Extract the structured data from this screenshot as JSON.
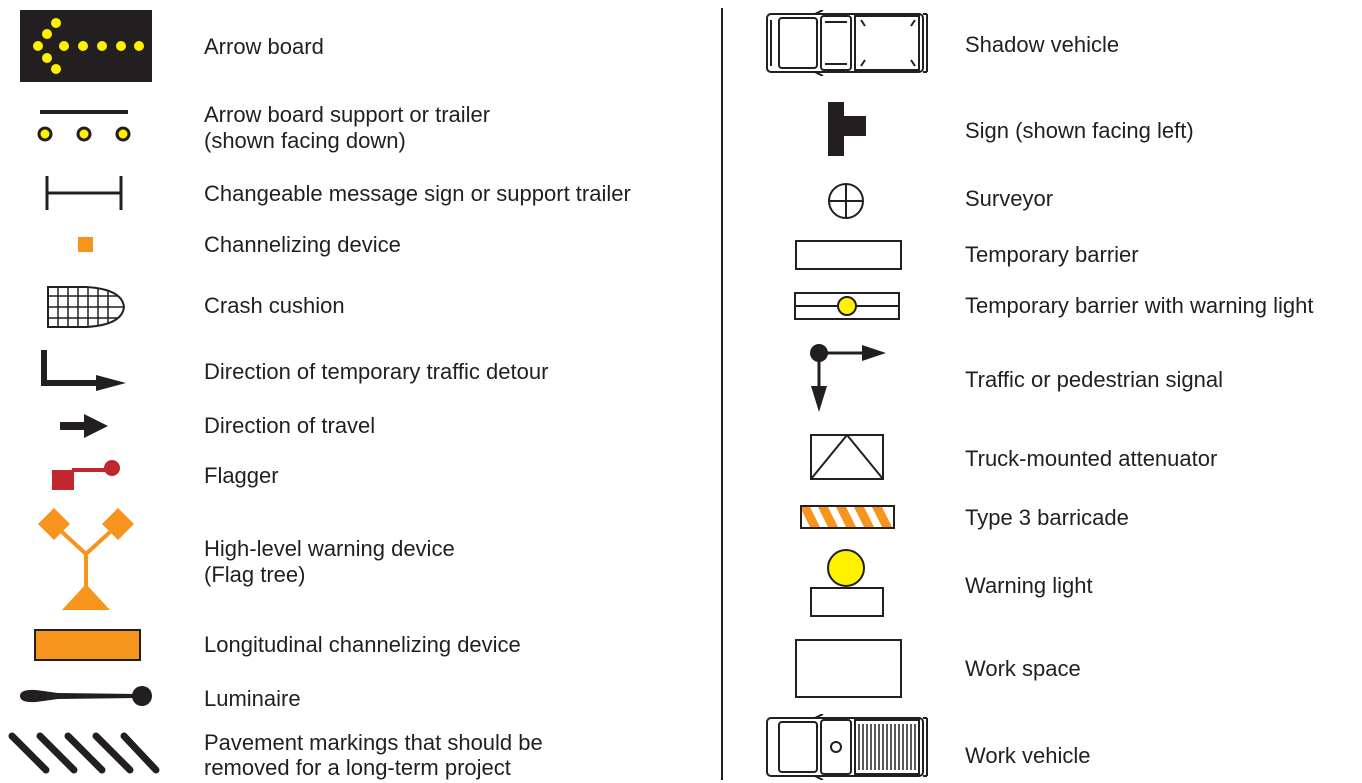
{
  "legend": {
    "left": [
      {
        "icon": "arrow-board-icon",
        "label": "Arrow board"
      },
      {
        "icon": "arrow-board-support-icon",
        "label": "Arrow board support or trailer",
        "label2": "(shown facing down)"
      },
      {
        "icon": "changeable-message-sign-icon",
        "label": "Changeable message sign or support trailer"
      },
      {
        "icon": "channelizing-device-icon",
        "label": "Channelizing device"
      },
      {
        "icon": "crash-cushion-icon",
        "label": "Crash cushion"
      },
      {
        "icon": "detour-direction-icon",
        "label": "Direction of temporary traffic detour"
      },
      {
        "icon": "travel-direction-icon",
        "label": "Direction of travel"
      },
      {
        "icon": "flagger-icon",
        "label": "Flagger"
      },
      {
        "icon": "flag-tree-icon",
        "label": "High-level warning device",
        "label2": "(Flag tree)"
      },
      {
        "icon": "longitudinal-channelizing-device-icon",
        "label": "Longitudinal channelizing device"
      },
      {
        "icon": "luminaire-icon",
        "label": "Luminaire"
      },
      {
        "icon": "pavement-markings-icon",
        "label": "Pavement markings that should be",
        "label2": "removed for a long-term project"
      }
    ],
    "right": [
      {
        "icon": "shadow-vehicle-icon",
        "label": "Shadow vehicle"
      },
      {
        "icon": "sign-icon",
        "label": "Sign (shown facing left)"
      },
      {
        "icon": "surveyor-icon",
        "label": "Surveyor"
      },
      {
        "icon": "temporary-barrier-icon",
        "label": "Temporary barrier"
      },
      {
        "icon": "barrier-warning-light-icon",
        "label": "Temporary barrier with warning light"
      },
      {
        "icon": "traffic-signal-icon",
        "label": "Traffic or pedestrian signal"
      },
      {
        "icon": "truck-mounted-attenuator-icon",
        "label": "Truck-mounted attenuator"
      },
      {
        "icon": "type-3-barricade-icon",
        "label": "Type 3 barricade"
      },
      {
        "icon": "warning-light-icon",
        "label": "Warning light"
      },
      {
        "icon": "work-space-icon",
        "label": "Work space"
      },
      {
        "icon": "work-vehicle-icon",
        "label": "Work vehicle"
      }
    ]
  },
  "colors": {
    "ink": "#231f20",
    "orange": "#f7941d",
    "yellow": "#fff200",
    "red": "#c1272d"
  }
}
